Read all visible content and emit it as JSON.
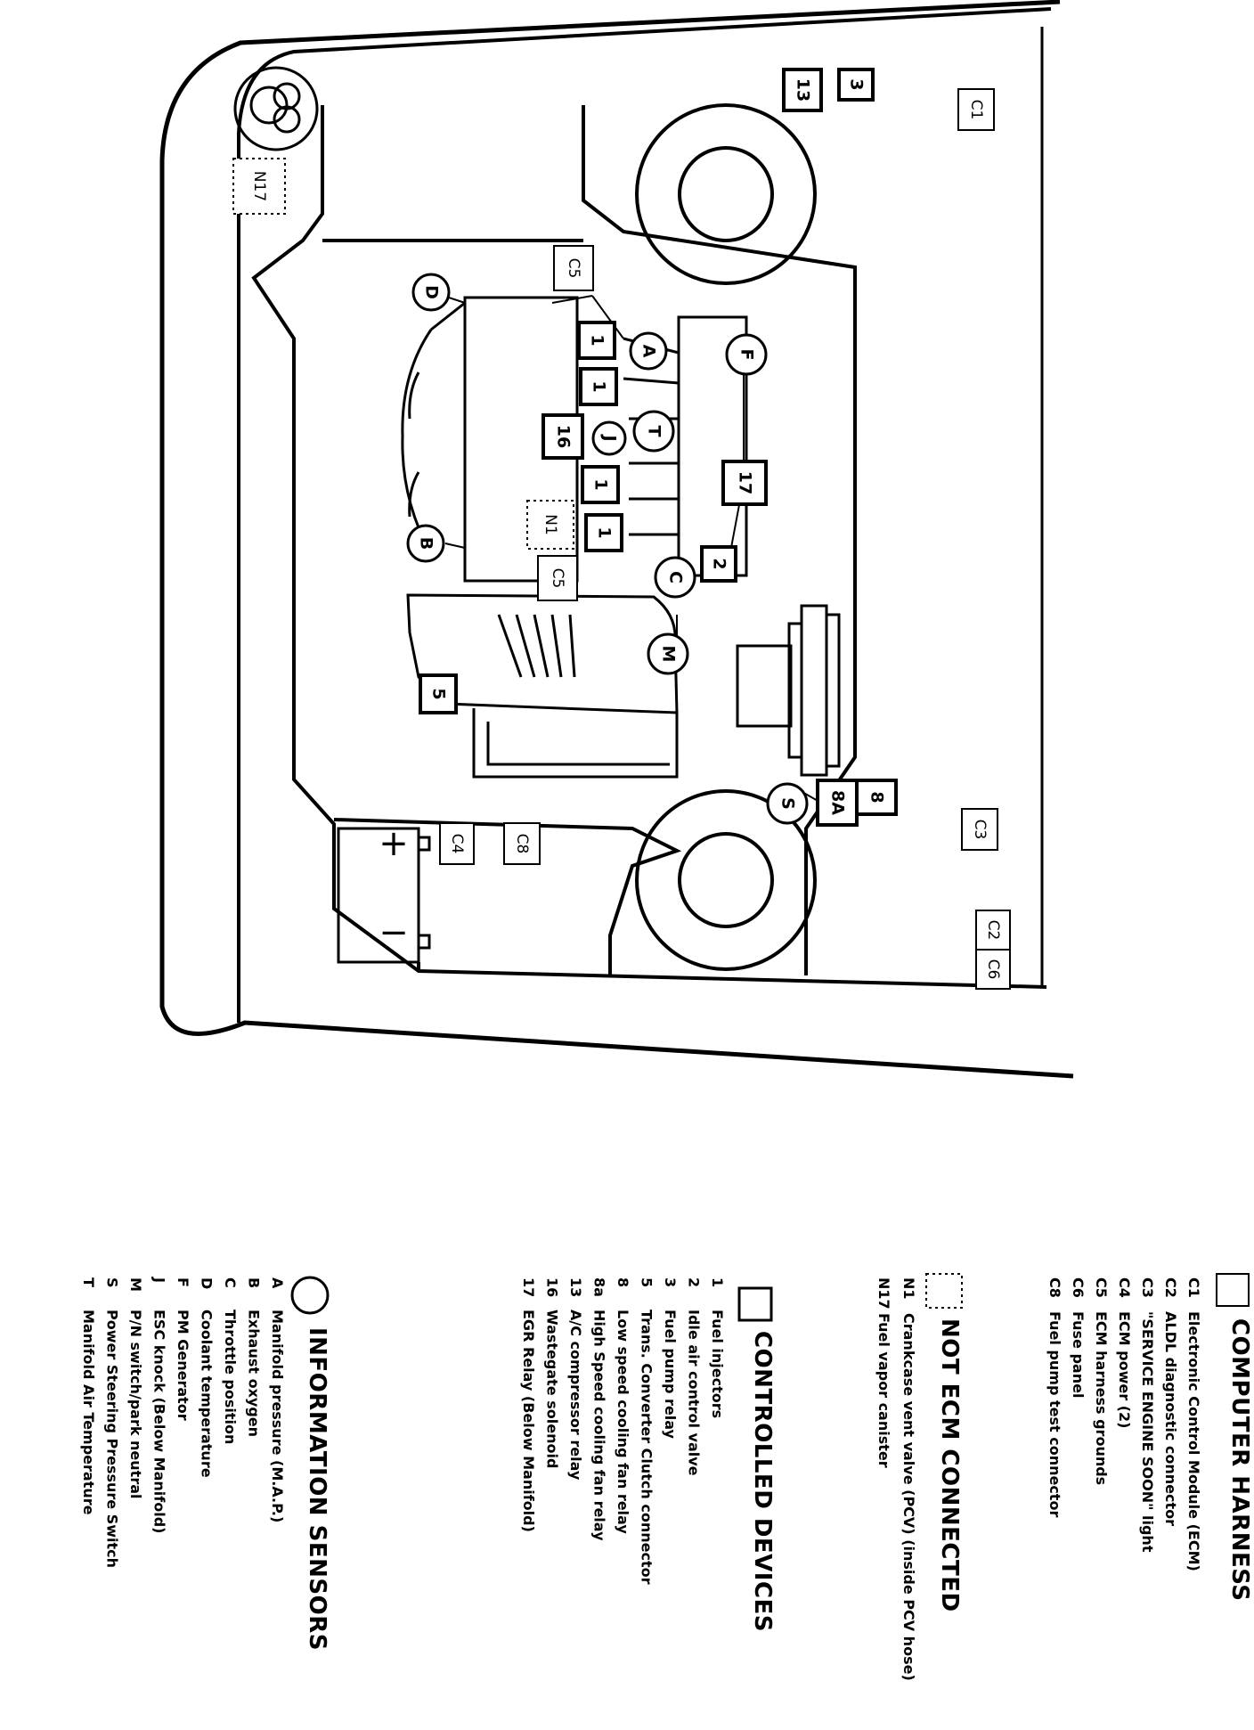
{
  "diagram": {
    "harness_connectors": [
      {
        "id": "c1",
        "label": "C1"
      },
      {
        "id": "c3",
        "label": "C3"
      },
      {
        "id": "c2",
        "label": "C2"
      },
      {
        "id": "c6",
        "label": "C6"
      },
      {
        "id": "c4",
        "label": "C4"
      },
      {
        "id": "c8",
        "label": "C8"
      },
      {
        "id": "c5a",
        "label": "C5"
      },
      {
        "id": "c5b",
        "label": "C5"
      }
    ],
    "devices": [
      {
        "id": "d13",
        "label": "13"
      },
      {
        "id": "d3",
        "label": "3"
      },
      {
        "id": "d1a",
        "label": "1"
      },
      {
        "id": "d1b",
        "label": "1"
      },
      {
        "id": "d16",
        "label": "16"
      },
      {
        "id": "d1c",
        "label": "1"
      },
      {
        "id": "d1d",
        "label": "1"
      },
      {
        "id": "d17",
        "label": "17"
      },
      {
        "id": "d2",
        "label": "2"
      },
      {
        "id": "d5",
        "label": "5"
      },
      {
        "id": "d8",
        "label": "8"
      },
      {
        "id": "d8a",
        "label": "8A"
      }
    ],
    "not_ecm": [
      {
        "id": "n17",
        "label": "N17"
      },
      {
        "id": "n1",
        "label": "N1"
      }
    ],
    "sensors": [
      {
        "id": "sD",
        "label": "D"
      },
      {
        "id": "sA",
        "label": "A"
      },
      {
        "id": "sF",
        "label": "F"
      },
      {
        "id": "sT",
        "label": "T"
      },
      {
        "id": "sJ",
        "label": "J"
      },
      {
        "id": "sB",
        "label": "B"
      },
      {
        "id": "sC",
        "label": "C"
      },
      {
        "id": "sM",
        "label": "M"
      },
      {
        "id": "sS",
        "label": "S"
      }
    ],
    "battery": {
      "plus": "+",
      "minus": "−"
    }
  },
  "legend": {
    "computer_harness": {
      "title": "COMPUTER HARNESS",
      "items": [
        {
          "code": "C1",
          "text": "Electronic Control Module (ECM)"
        },
        {
          "code": "C2",
          "text": "ALDL diagnostic connector"
        },
        {
          "code": "C3",
          "text": "\"SERVICE ENGINE SOON\" light"
        },
        {
          "code": "C4",
          "text": "ECM power (2)"
        },
        {
          "code": "C5",
          "text": "ECM harness grounds"
        },
        {
          "code": "C6",
          "text": "Fuse panel"
        },
        {
          "code": "C8",
          "text": "Fuel pump test connector"
        }
      ]
    },
    "not_ecm_connected": {
      "title": "NOT ECM CONNECTED",
      "items": [
        {
          "code": "N1",
          "text": "Crankcase vent valve (PCV) (inside PCV hose)"
        },
        {
          "code": "N17",
          "text": "Fuel vapor canister"
        }
      ]
    },
    "controlled_devices": {
      "title": "CONTROLLED DEVICES",
      "items": [
        {
          "code": "1",
          "text": "Fuel injectors"
        },
        {
          "code": "2",
          "text": "Idle air control valve"
        },
        {
          "code": "3",
          "text": "Fuel pump relay"
        },
        {
          "code": "5",
          "text": "Trans. Converter Clutch connector"
        },
        {
          "code": "8",
          "text": "Low speed cooling fan relay"
        },
        {
          "code": "8a",
          "text": "High Speed cooling fan relay"
        },
        {
          "code": "13",
          "text": "A/C compressor relay"
        },
        {
          "code": "16",
          "text": "Wastegate solenoid"
        },
        {
          "code": "17",
          "text": "EGR Relay (Below Manifold)"
        }
      ]
    },
    "information_sensors": {
      "title": "INFORMATION SENSORS",
      "items": [
        {
          "code": "A",
          "text": "Manifold pressure (M.A.P.)"
        },
        {
          "code": "B",
          "text": "Exhaust oxygen"
        },
        {
          "code": "C",
          "text": "Throttle position"
        },
        {
          "code": "D",
          "text": "Coolant temperature"
        },
        {
          "code": "F",
          "text": "PM Generator"
        },
        {
          "code": "J",
          "text": "ESC knock (Below Manifold)"
        },
        {
          "code": "M",
          "text": "P/N switch/park neutral"
        },
        {
          "code": "S",
          "text": "Power Steering Pressure Switch"
        },
        {
          "code": "T",
          "text": "Manifold Air Temperature"
        }
      ]
    }
  }
}
